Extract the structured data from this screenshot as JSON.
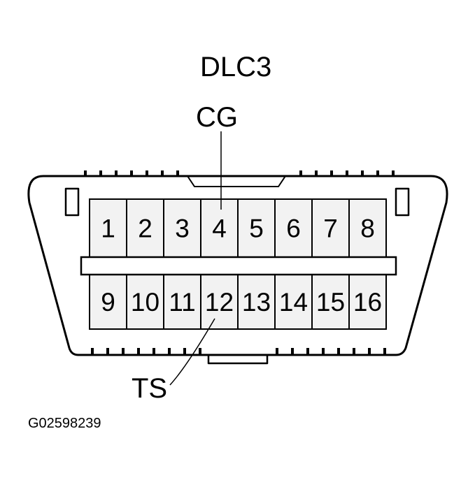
{
  "title": "DLC3",
  "callouts": {
    "top": "CG",
    "bottom": "TS"
  },
  "figure_code": "G02598239",
  "pins": {
    "top_row": [
      "1",
      "2",
      "3",
      "4",
      "5",
      "6",
      "7",
      "8"
    ],
    "bottom_row": [
      "9",
      "10",
      "11",
      "12",
      "13",
      "14",
      "15",
      "16"
    ]
  },
  "colors": {
    "line": "#000000",
    "pin_fill": "#f2f2f2",
    "background": "#ffffff"
  }
}
